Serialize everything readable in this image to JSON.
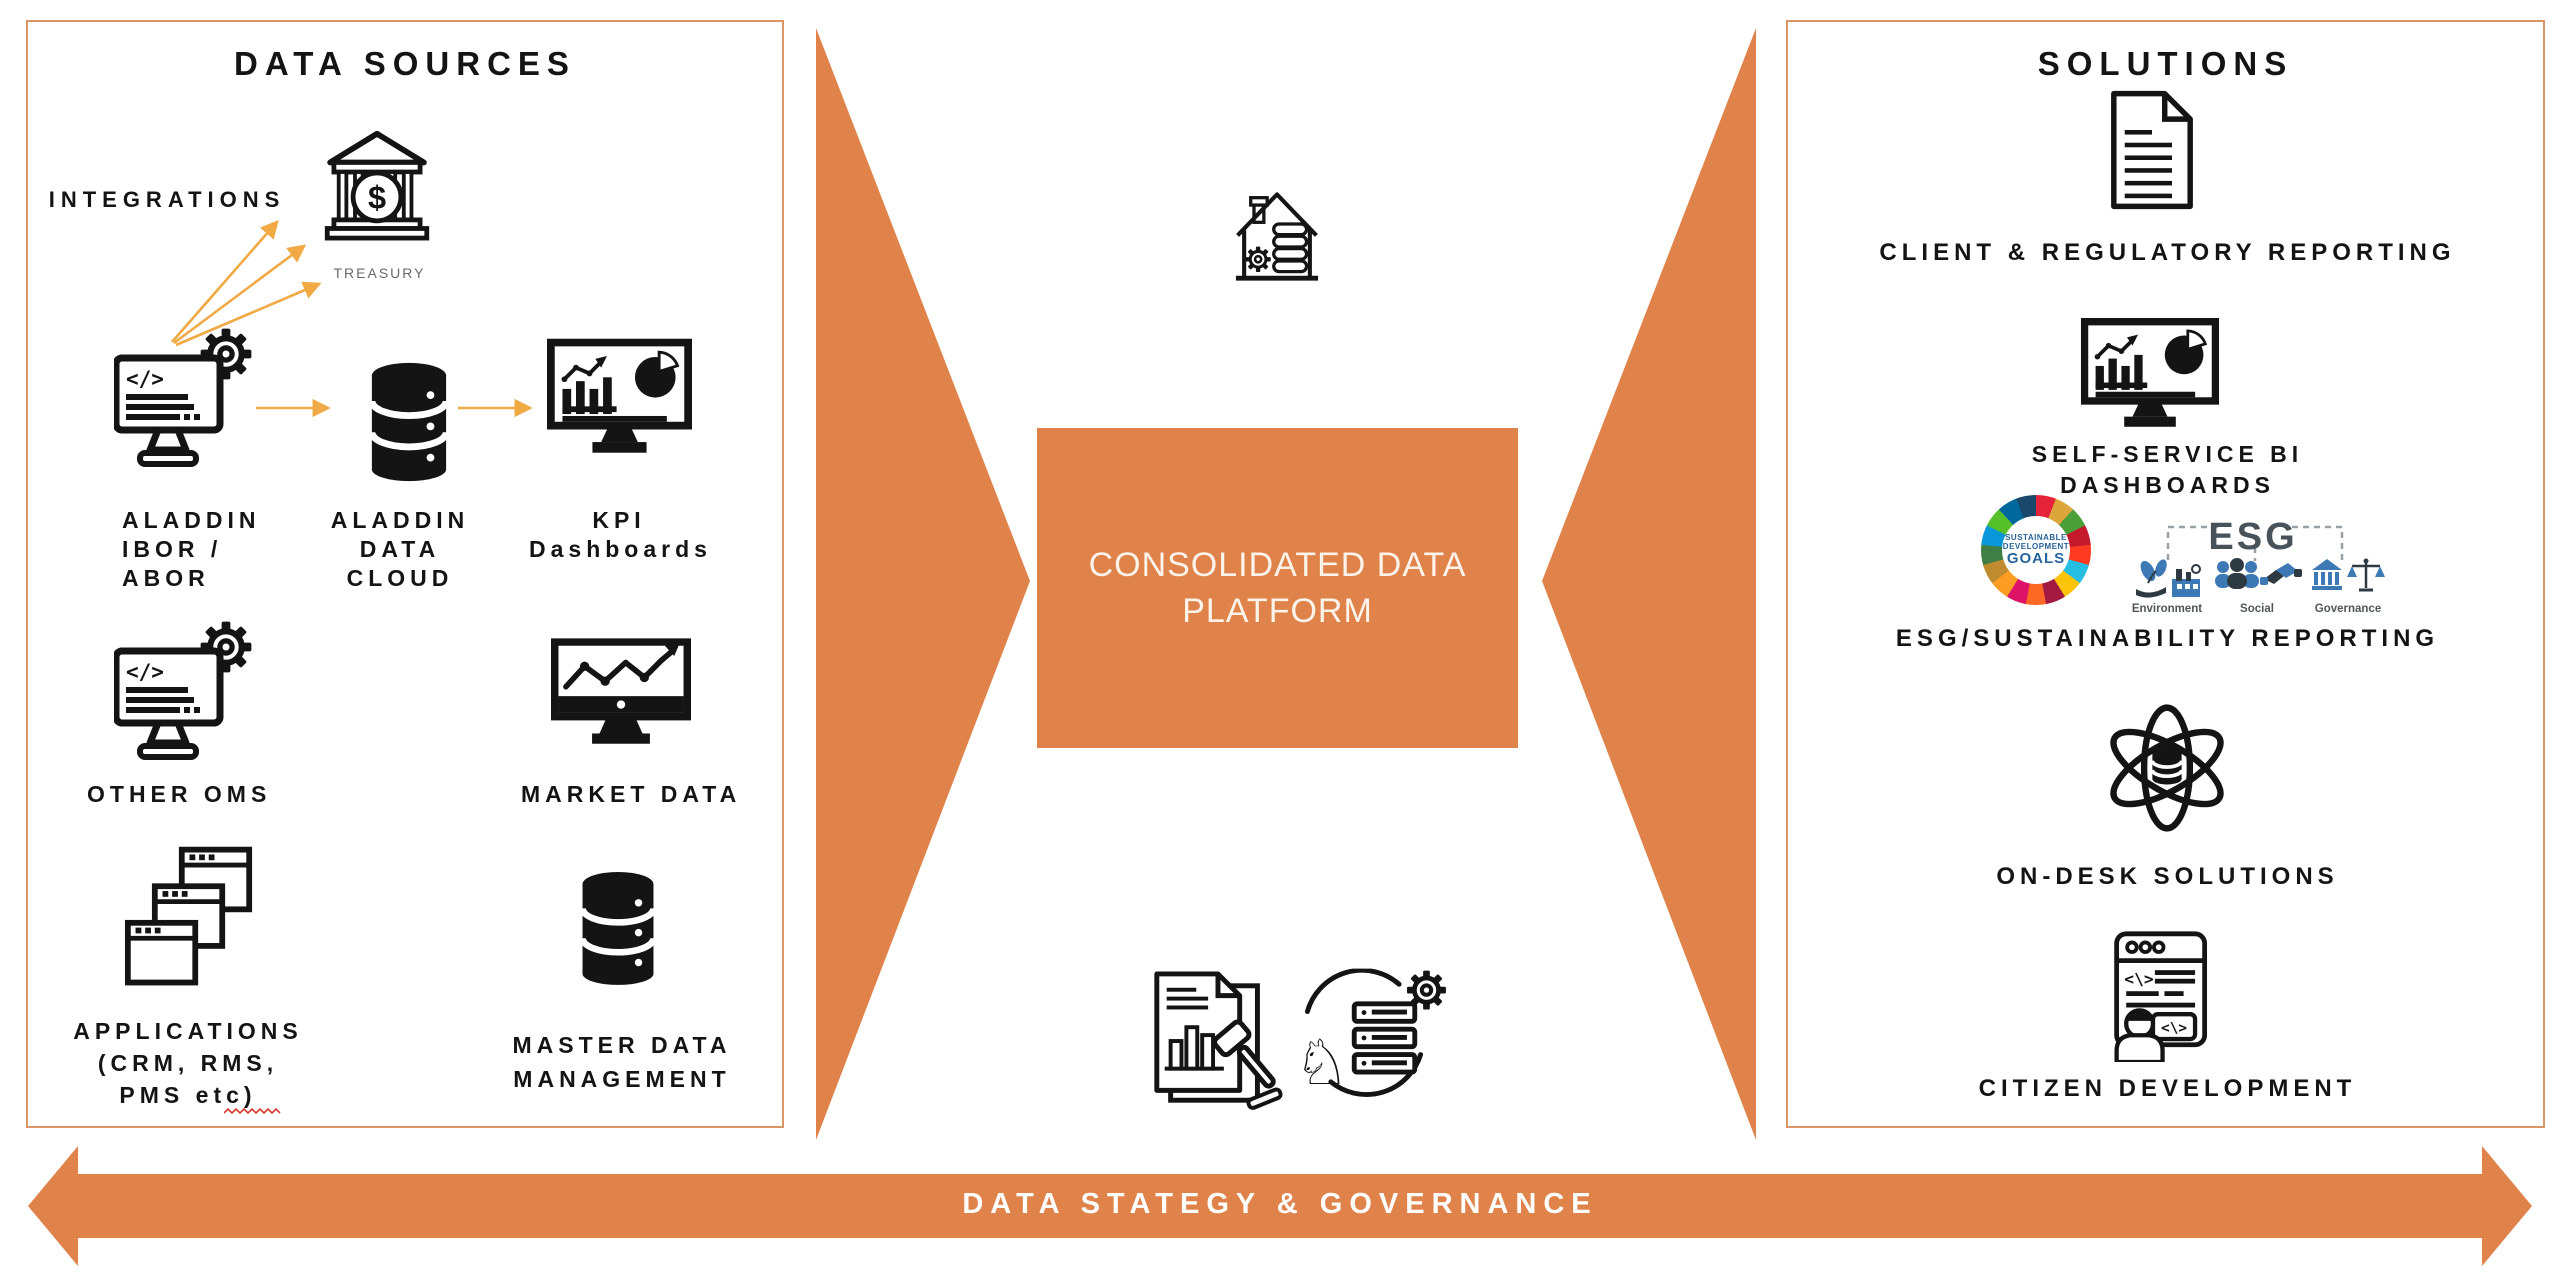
{
  "colors": {
    "accent_orange": "#E0834A",
    "panel_border": "#DB9668",
    "gold_arrow": "#F0A943",
    "ink": "#141414",
    "esg_blue": "#3D7AB5",
    "esg_dark": "#2E3A42",
    "box_text": "#FCF3EA"
  },
  "left_panel": {
    "title": "DATA SOURCES",
    "integrations_label": "INTEGRATIONS",
    "treasury_label": "TREASURY",
    "aladdin_ibor": {
      "line1": "ALADDIN",
      "line2": "IBOR /",
      "line3": "ABOR"
    },
    "aladdin_cloud": {
      "line1": "ALADDIN",
      "line2": "DATA",
      "line3": "CLOUD"
    },
    "kpi": {
      "line1": "KPI",
      "line2": "Dashboards"
    },
    "other_oms_label": "OTHER OMS",
    "market_data_label": "MARKET DATA",
    "applications": {
      "line1": "APPLICATIONS",
      "line2": "(CRM, RMS,",
      "line3": "PMS etc)"
    },
    "master_data": {
      "line1": "MASTER DATA",
      "line2": "MANAGEMENT"
    }
  },
  "center": {
    "platform": {
      "line1": "CONSOLIDATED DATA",
      "line2": "PLATFORM"
    }
  },
  "right_panel": {
    "title": "SOLUTIONS",
    "client_reporting_label": "CLIENT & REGULATORY REPORTING",
    "bi": {
      "line1": "SELF-SERVICE BI",
      "line2": "DASHBOARDS"
    },
    "sdg": {
      "line1": "SUSTAINABLE",
      "line2": "DEVELOPMENT",
      "line3": "GOALS"
    },
    "esg": {
      "heading": "ESG",
      "environment": "Environment",
      "social": "Social",
      "governance": "Governance"
    },
    "esg_reporting_label": "ESG/SUSTAINABILITY REPORTING",
    "on_desk_label": "ON-DESK SOLUTIONS",
    "citizen_label": "CITIZEN DEVELOPMENT"
  },
  "bottom_banner": {
    "label": "DATA STATEGY & GOVERNANCE"
  },
  "icons": {
    "dollar_glyph": "$",
    "code_glyph": "</>",
    "code_glyph_alt": "<\\>",
    "knight_glyph": "♘"
  }
}
